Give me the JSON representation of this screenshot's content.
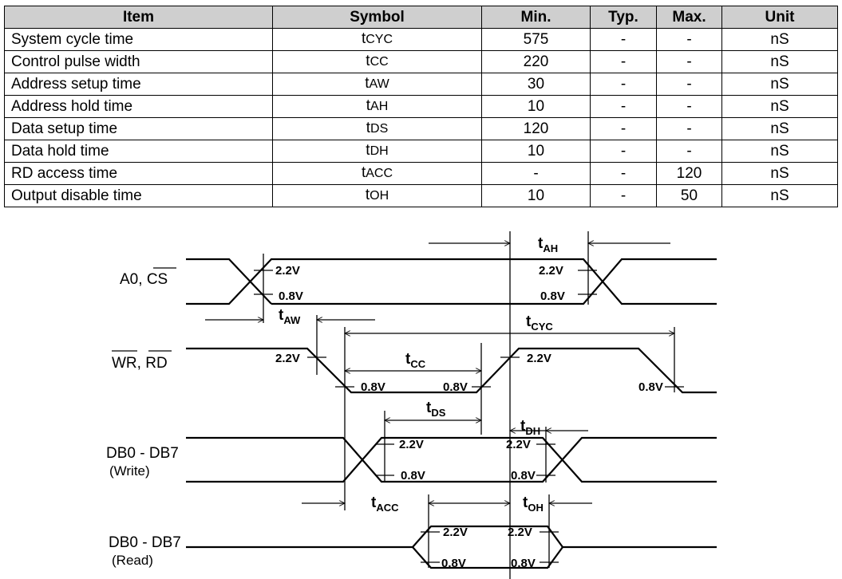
{
  "table": {
    "headers": [
      "Item",
      "Symbol",
      "Min.",
      "Typ.",
      "Max.",
      "Unit"
    ],
    "rows": [
      {
        "item": "System cycle time",
        "sym": "t",
        "sub": "CYC",
        "min": "575",
        "typ": "-",
        "max": "-",
        "unit": "nS"
      },
      {
        "item": "Control pulse width",
        "sym": "t",
        "sub": "CC",
        "min": "220",
        "typ": "-",
        "max": "-",
        "unit": "nS"
      },
      {
        "item": "Address setup time",
        "sym": "t",
        "sub": "AW",
        "min": "30",
        "typ": "-",
        "max": "-",
        "unit": "nS"
      },
      {
        "item": "Address hold time",
        "sym": "t",
        "sub": "AH",
        "min": "10",
        "typ": "-",
        "max": "-",
        "unit": "nS"
      },
      {
        "item": "Data setup time",
        "sym": "t",
        "sub": "DS",
        "min": "120",
        "typ": "-",
        "max": "-",
        "unit": "nS"
      },
      {
        "item": "Data hold time",
        "sym": "t",
        "sub": "DH",
        "min": "10",
        "typ": "-",
        "max": "-",
        "unit": "nS"
      },
      {
        "item": "RD access time",
        "sym": "t",
        "sub": "ACC",
        "min": "-",
        "typ": "-",
        "max": "120",
        "unit": "nS"
      },
      {
        "item": "Output disable time",
        "sym": "t",
        "sub": "OH",
        "min": "10",
        "typ": "-",
        "max": "50",
        "unit": "nS"
      }
    ]
  },
  "diagram": {
    "signals": {
      "a0_cs": {
        "a0": "A0, ",
        "cs": "CS"
      },
      "wr_rd": {
        "wr": "WR",
        "sep": ", ",
        "rd": "RD"
      },
      "db_write": {
        "name": "DB0 - DB7",
        "mode": "(Write)"
      },
      "db_read": {
        "name": "DB0 - DB7",
        "mode": "(Read)"
      }
    },
    "thresholds": {
      "high": "2.2V",
      "low": "0.8V"
    },
    "timings": {
      "t": "t",
      "ah": "AH",
      "aw": "AW",
      "cyc": "CYC",
      "cc": "CC",
      "ds": "DS",
      "dh": "DH",
      "acc": "ACC",
      "oh": "OH"
    }
  }
}
